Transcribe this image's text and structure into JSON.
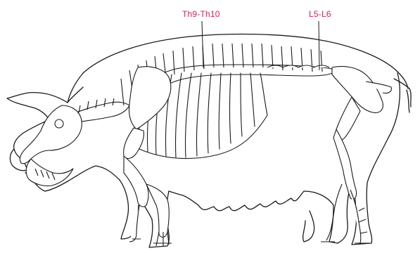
{
  "annotations": {
    "thoracic": "Th9-Th10",
    "lumbar": "L5-L6"
  },
  "colors": {
    "annotation": "#e0195a",
    "outline": "#1a1a1a",
    "background": "#ffffff"
  },
  "figure": {
    "subject": "pig-skeleton-illustration"
  }
}
